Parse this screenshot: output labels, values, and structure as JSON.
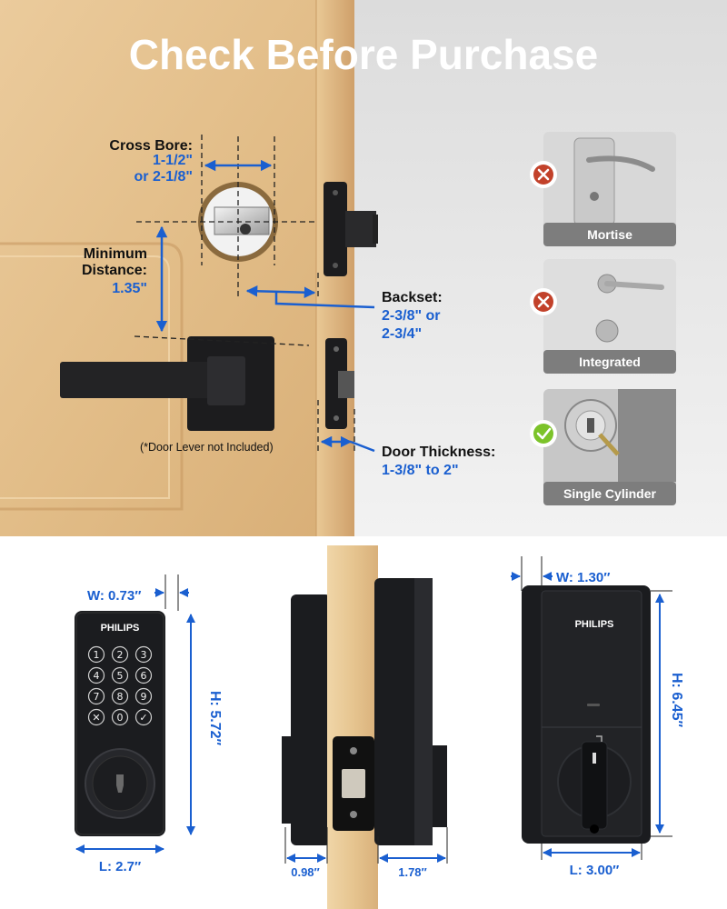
{
  "title": "Check Before Purchase",
  "cross_bore": {
    "label": "Cross Bore:",
    "value1": "1-1/2\"",
    "value2": "or 2-1/8\""
  },
  "min_distance": {
    "label1": "Minimum",
    "label2": "Distance:",
    "value": "1.35\""
  },
  "backset": {
    "label": "Backset:",
    "value1": "2-3/8\" or",
    "value2": "2-3/4\""
  },
  "note": "(*Door Lever not Included)",
  "door_thickness": {
    "label": "Door Thickness:",
    "value": "1-3/8\" to 2\""
  },
  "lock_types": [
    {
      "label": "Mortise",
      "status": "incompatible"
    },
    {
      "label": "Integrated",
      "status": "incompatible"
    },
    {
      "label": "Single Cylinder",
      "status": "compatible"
    }
  ],
  "keypad": {
    "brand": "PHILIPS",
    "keys": [
      "1",
      "2",
      "3",
      "4",
      "5",
      "6",
      "7",
      "8",
      "9",
      "✕",
      "0",
      "✓"
    ],
    "width": "W: 0.73″",
    "height": "H: 5.72″",
    "length": "L: 2.7″"
  },
  "side": {
    "depth_outer": "0.98″",
    "depth_inner": "1.78″"
  },
  "interior": {
    "brand": "PHILIPS",
    "width": "W: 1.30″",
    "height": "H: 6.45″",
    "length": "L: 3.00″"
  },
  "colors": {
    "accent": "#1a5fd0",
    "wood": "#e8c694",
    "lock": "#1b1c1f",
    "badge_bad": "#c2412a",
    "badge_good": "#7cc32a"
  }
}
